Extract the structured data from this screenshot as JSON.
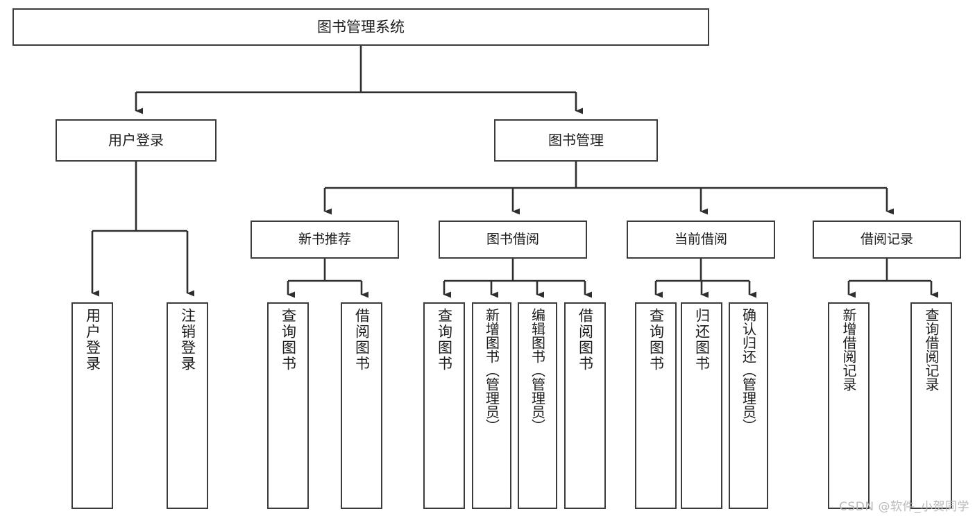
{
  "diagram": {
    "title": "图书管理系统",
    "watermark": "CSDN @软件_小贺同学",
    "colors": {
      "box_border": "#3b3b3b",
      "box_fill": "#ffffff",
      "edge": "#2e2e2e",
      "text": "#1c1c1c",
      "watermark": "#b9b9b9"
    },
    "root": {
      "label": "图书管理系统"
    },
    "level2": [
      {
        "label": "用户登录"
      },
      {
        "label": "图书管理"
      }
    ],
    "level3": [
      {
        "label": "新书推荐"
      },
      {
        "label": "图书借阅"
      },
      {
        "label": "当前借阅"
      },
      {
        "label": "借阅记录"
      }
    ],
    "leaves": {
      "user_login": [
        {
          "label": "用户登录"
        },
        {
          "label": "注销登录"
        }
      ],
      "new_book_recommend": [
        {
          "label": "查询图书"
        },
        {
          "label": "借阅图书"
        }
      ],
      "book_borrow": [
        {
          "label": "查询图书"
        },
        {
          "label": "新增图书（管理员）"
        },
        {
          "label": "编辑图书（管理员）"
        },
        {
          "label": "借阅图书"
        }
      ],
      "current_borrow": [
        {
          "label": "查询图书"
        },
        {
          "label": "归还图书"
        },
        {
          "label": "确认归还（管理员）"
        }
      ],
      "borrow_record": [
        {
          "label": "新增借阅记录"
        },
        {
          "label": "查询借阅记录"
        }
      ]
    }
  }
}
